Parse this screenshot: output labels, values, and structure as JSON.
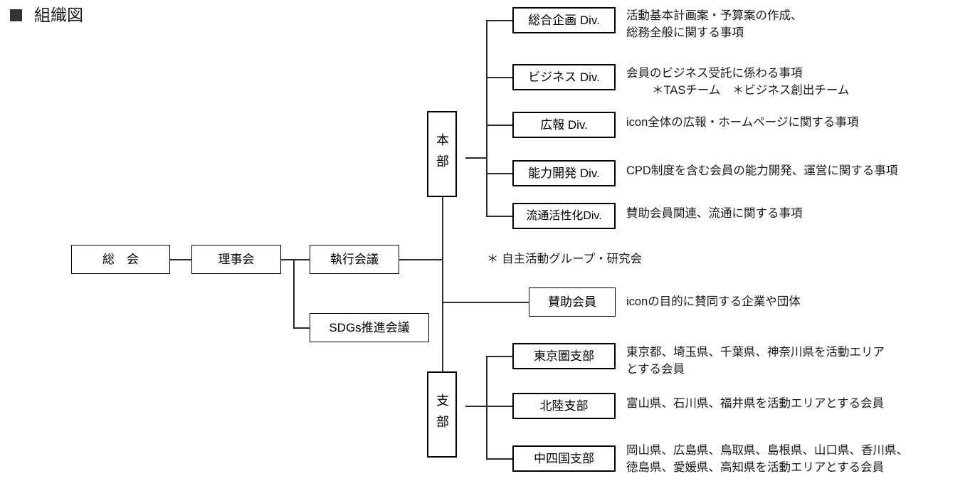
{
  "page": {
    "title": "組織図",
    "bullet_icon": "filled-square-icon",
    "bullet_color": "#333333"
  },
  "nodes": {
    "general_assembly": "総　会",
    "board_of_directors": "理事会",
    "executive_meeting": "執行会議",
    "sdgs_meeting": "SDGs推進会議",
    "headquarters": "本部",
    "branches": "支部",
    "supporting_member": "賛助会員"
  },
  "divisions": [
    {
      "name": "総合企画 Div.",
      "description": "活動基本計画案・予算案の作成、\n総務全般に関する事項"
    },
    {
      "name": "ビジネス Div.",
      "description": "会員のビジネス受託に係わる事項",
      "sub_note": "＊TASチーム　＊ビジネス創出チーム"
    },
    {
      "name": "広報 Div.",
      "description": "icon全体の広報・ホームページに関する事項"
    },
    {
      "name": "能力開発 Div.",
      "description": "CPD制度を含む会員の能力開発、運営に関する事項"
    },
    {
      "name": "流通活性化Div.",
      "description": "賛助会員関連、流通に関する事項"
    }
  ],
  "notes": {
    "voluntary_groups": "＊ 自主活動グループ・研究会"
  },
  "supporting": {
    "label": "賛助会員",
    "description": "iconの目的に賛同する企業や団体"
  },
  "branch_offices": [
    {
      "name": "東京圏支部",
      "description": "東京都、埼玉県、千葉県、神奈川県を活動エリア\nとする会員"
    },
    {
      "name": "北陸支部",
      "description": "富山県、石川県、福井県を活動エリアとする会員"
    },
    {
      "name": "中四国支部",
      "description": "岡山県、広島県、鳥取県、島根県、山口県、香川県、\n徳島県、愛媛県、高知県を活動エリアとする会員"
    }
  ]
}
